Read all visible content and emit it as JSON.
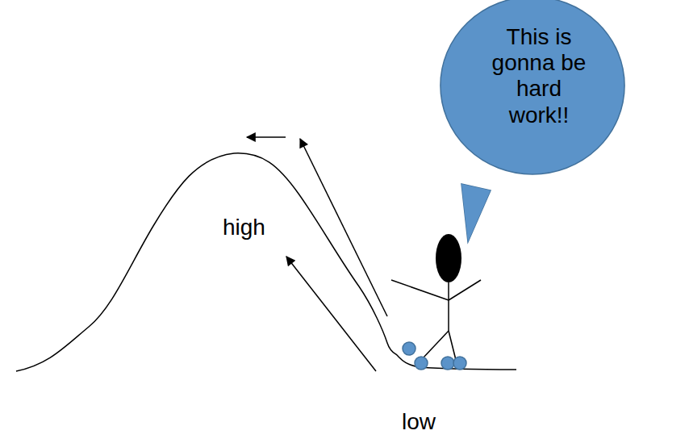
{
  "diagram": {
    "nodes": [
      {
        "text": [
          "This is gonna be hard work!!"
        ]
      }
    ],
    "labels": [
      "high",
      "low"
    ]
  }
}
